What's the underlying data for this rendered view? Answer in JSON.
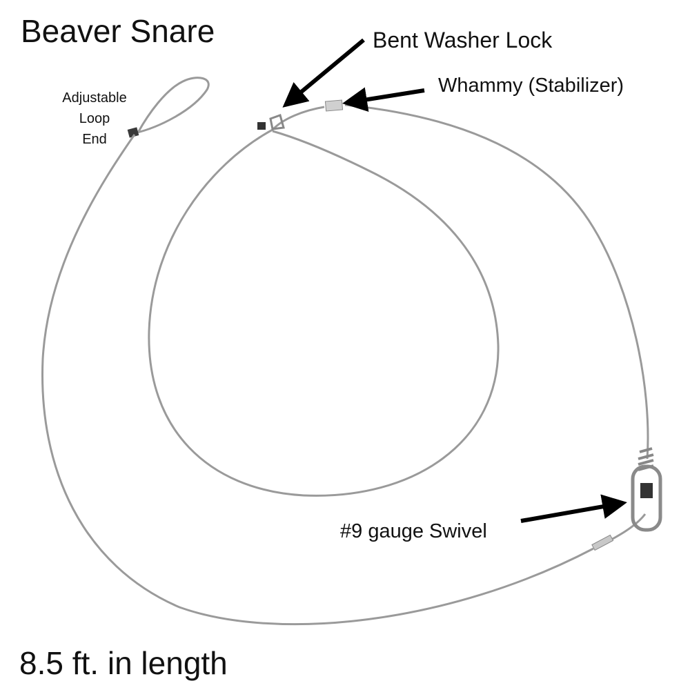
{
  "title": "Beaver Snare",
  "length_note": "8.5 ft. in length",
  "labels": {
    "bent_washer_lock": "Bent Washer Lock",
    "whammy": "Whammy (Stabilizer)",
    "swivel": "#9 gauge Swivel",
    "loop_end": [
      "Adjustable",
      "Loop",
      "End"
    ]
  },
  "colors": {
    "cable": "#9a9a9a",
    "arrow": "#000000",
    "lock": "#3a3a3a"
  }
}
